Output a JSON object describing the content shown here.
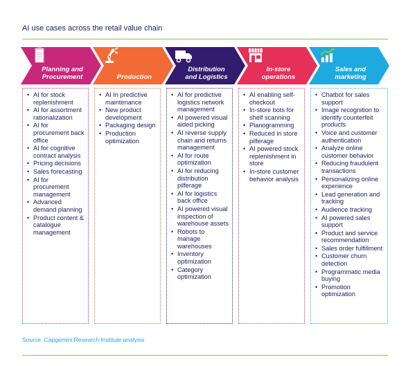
{
  "title": "AI use cases across the retail value chain",
  "source": "Source: Capgemini Research Institute analysis",
  "colors": {
    "title_text": "#1c1c5e",
    "rule": "#8dc63f",
    "source_text": "#2a9fd8"
  },
  "stages": [
    {
      "label": "Planning and\nProcurement",
      "color": "#c8287a",
      "icon": "clipboard-icon",
      "items": [
        "AI for stock replenishment",
        "AI for assortment rationalization",
        "AI for procurement back office",
        "AI for cognitive contract analysis",
        "Pricing decisions",
        "Sales forecasting",
        "AI for procurement management",
        "Advanced demand planning",
        "Product content & catalogue management"
      ]
    },
    {
      "label": "Production",
      "color": "#f26a36",
      "icon": "robot-arm-icon",
      "items": [
        "AI In predictive maintenance",
        "New product development",
        "Packaging design",
        "Production optimization"
      ]
    },
    {
      "label": "Distribution\nand Logistics",
      "color": "#331c6e",
      "icon": "truck-icon",
      "items": [
        "AI for predictive logistics network management",
        "AI powered visual aided picking",
        "AI reverse supply chain and returns management",
        "AI for route optimization",
        "AI for reducing distribution pilferage",
        "AI for logistics back office",
        "AI powered visual inspection of warehouse assets",
        "Robots to manage warehouses",
        "Inventory optimization",
        "Category optimization"
      ]
    },
    {
      "label": "In-store\noperations",
      "color": "#e6305a",
      "icon": "storefront-icon",
      "items": [
        "AI enabling self-checkout",
        "In-store bots for shelf scanning",
        "Planogramming",
        "Reduced in store pilferage",
        "AI powered stock replenishment in store",
        "In-store customer behavior analysis"
      ]
    },
    {
      "label": "Sales and\nmarketing",
      "color": "#1fa9e1",
      "icon": "growth-chart-icon",
      "items": [
        "Chatbot for sales support",
        "Image recognition to identify counterfeit products",
        "Voice and customer authentication",
        "Analyze online customer behavior",
        "Reducing fraudulent transactions",
        "Personalizing online experience",
        "Lead generation and tracking",
        "Audience tracking",
        "AI powered sales support",
        "Product and service recommendation",
        "Sales order fulfillment",
        "Customer churn detection",
        "Programmatic media buying",
        "Promotion optimization"
      ]
    }
  ]
}
